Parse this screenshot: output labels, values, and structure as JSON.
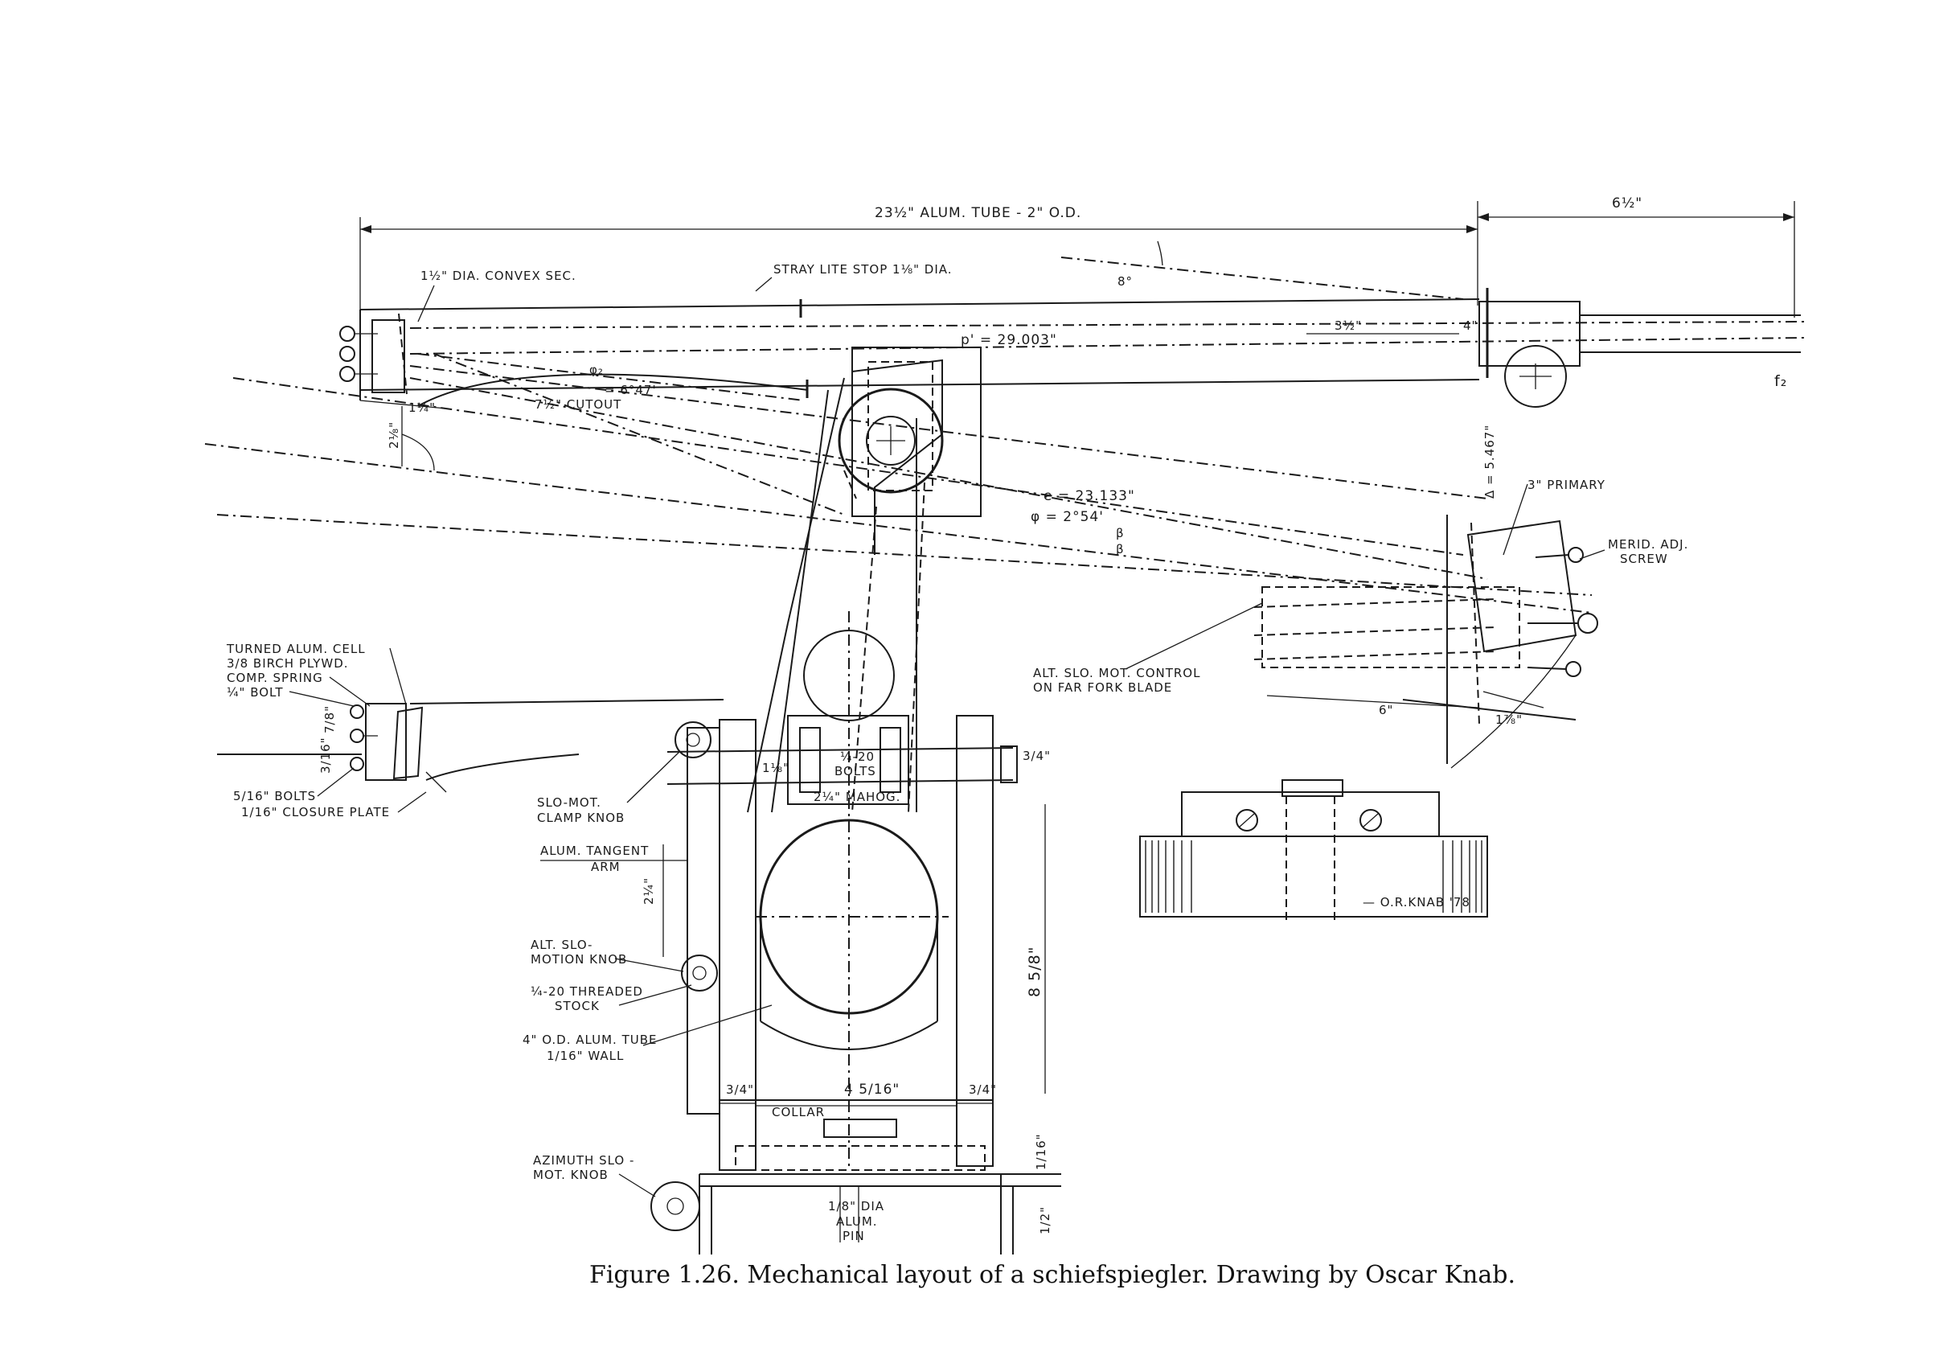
{
  "caption": "Figure 1.26. Mechanical layout of a schiefspiegler. Drawing by Oscar Knab.",
  "labels": {
    "tube_length": "23½\" ALUM. TUBE - 2\" O.D.",
    "extension": "6½\"",
    "convex_secondary": "1½\" DIA. CONVEX SEC.",
    "stray_stop": "STRAY LITE STOP 1⅛\" DIA.",
    "angle_top": "8°",
    "three_half": "3½\"",
    "four": "4\"",
    "p_prime": "p' = 29.003\"",
    "f2": "f₂",
    "phi2": "φ₂",
    "phi2_angle": "= 6°47'",
    "cutout": "7½\" CUTOUT",
    "one_quarter": "1¼\"",
    "two_half": "2⅛\"",
    "delta_546": "Δ = 5.467\"",
    "primary": "3\" PRIMARY",
    "e_value": "e = 23.133\"",
    "phi_value": "φ = 2°54'",
    "beta": "β",
    "merid_adj": "MERID. ADJ.",
    "screw": "SCREW",
    "alt_control_1": "ALT. SLO. MOT. CONTROL",
    "alt_control_2": "ON FAR FORK BLADE",
    "six": "6\"",
    "one_seven_eighths": "1⅞\"",
    "signature": "— O.R.KNAB '78",
    "turned_cell": "TURNED ALUM. CELL",
    "birch_ply": "3/8 BIRCH PLYWD.",
    "comp_spring": "COMP. SPRING",
    "quarter_bolt": "¼\" BOLT",
    "seven_eighths": "7/8\"",
    "three_sixteenths": "3/16\"",
    "five_sixteenths_bolts": "5/16\" BOLTS",
    "closure_plate": "1/16\" CLOSURE PLATE",
    "slo_mot_clamp_1": "SLO-MOT.",
    "slo_mot_clamp_2": "CLAMP KNOB",
    "tangent_arm_1": "ALUM. TANGENT",
    "tangent_arm_2": "ARM",
    "alt_slo_1": "ALT. SLO-",
    "alt_slo_2": "MOTION KNOB",
    "threaded_1": "¼-20 THREADED",
    "threaded_2": "STOCK",
    "tube4_1": "4\" O.D. ALUM. TUBE",
    "tube4_2": "1/16\" WALL",
    "azimuth_1": "AZIMUTH SLO -",
    "azimuth_2": "MOT. KNOB",
    "one_eighth": "1⅛\"",
    "bolts_1420": "¼-20",
    "bolts_word": "BOLTS",
    "mahog": "2¼\" MAHOG.",
    "three_quarter_right": "3/4\"",
    "two_quarter_v": "2¼\"",
    "eight_5_8": "8 5/8\"",
    "three_quarter_l": "3/4\"",
    "four_5_16": "4 5/16\"",
    "three_quarter_r": "3/4\"",
    "collar": "COLLAR",
    "one_sixteenth": "1/16\"",
    "one_eighth_dia": "1/8\" DIA",
    "alum_pin_1": "ALUM.",
    "alum_pin_2": "PIN",
    "half_inch": "1/2\""
  }
}
